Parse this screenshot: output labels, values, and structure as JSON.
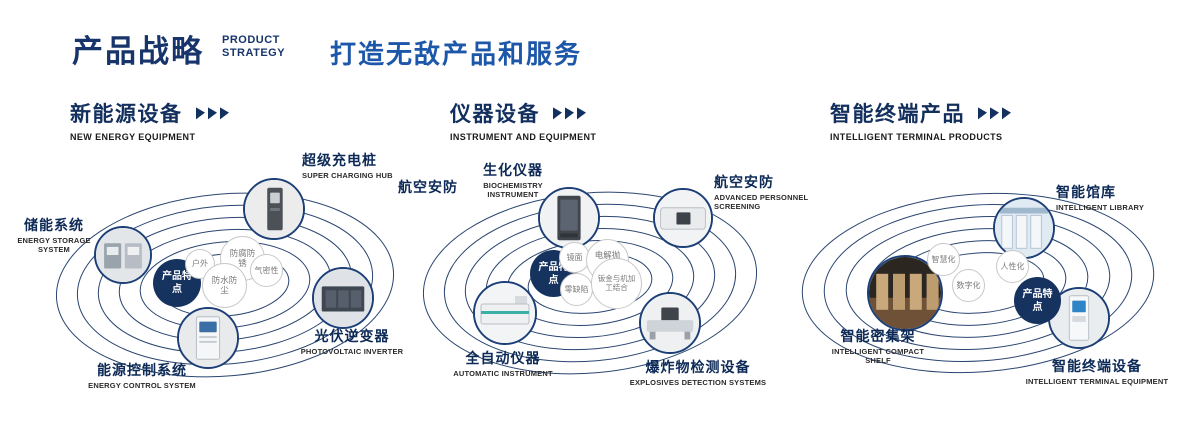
{
  "header": {
    "title": "产品战略",
    "title_en": [
      "PRODUCT",
      "STRATEGY"
    ],
    "subtitle": "打造无敌产品和服务"
  },
  "colors": {
    "navy": "#17356b",
    "blue": "#1d57a9",
    "ring": "#2a4570"
  },
  "sections": {
    "new_energy": {
      "title": "新能源设备",
      "subtitle_en": "NEW ENERGY EQUIPMENT",
      "center_label": "产品特点",
      "features": {
        "outdoor": "户外",
        "anticorrosion": "防腐防锈",
        "airtight": "气密性",
        "waterproof": "防水防尘"
      },
      "nodes": {
        "storage": {
          "label": "储能系统",
          "label_en": "ENERGY STORAGE SYSTEM"
        },
        "charging": {
          "label": "超级充电桩",
          "label_en": "SUPER CHARGING HUB"
        },
        "inverter": {
          "label": "光伏逆变器",
          "label_en": "PHOTOVOLTAIC INVERTER"
        },
        "control": {
          "label": "能源控制系统",
          "label_en": "ENERGY CONTROL SYSTEM"
        }
      }
    },
    "instrument": {
      "title": "仪器设备",
      "subtitle_en": "INSTRUMENT AND EQUIPMENT",
      "center_label": "产品特点",
      "side_label": "航空安防",
      "features": {
        "mirror": "镜面",
        "electropolish": "电解抛光",
        "zerodefect": "零缺陷",
        "sheetmetal": "钣金与机加工结合"
      },
      "nodes": {
        "biochem": {
          "label": "生化仪器",
          "label_en": "BIOCHEMISTRY INSTRUMENT"
        },
        "screening": {
          "label": "航空安防",
          "label_en": "ADVANCED PERSONNEL SCREENING"
        },
        "automatic": {
          "label": "全自动仪器",
          "label_en": "AUTOMATIC INSTRUMENT"
        },
        "explosives": {
          "label": "爆炸物检测设备",
          "label_en": "EXPLOSIVES DETECTION SYSTEMS"
        }
      }
    },
    "terminal": {
      "title": "智能终端产品",
      "subtitle_en": "INTELLIGENT TERMINAL PRODUCTS",
      "center_label": "产品特点",
      "features": {
        "smart": "智慧化",
        "humanized": "人性化",
        "digital": "数字化"
      },
      "nodes": {
        "library": {
          "label": "智能馆库",
          "label_en": "INTELLIGENT LIBRARY"
        },
        "shelf": {
          "label": "智能密集架",
          "label_en": "INTELLIGENT COMPACT SHELF"
        },
        "terminal": {
          "label": "智能终端设备",
          "label_en": "INTELLIGENT TERMINAL EQUIPMENT"
        }
      }
    }
  }
}
